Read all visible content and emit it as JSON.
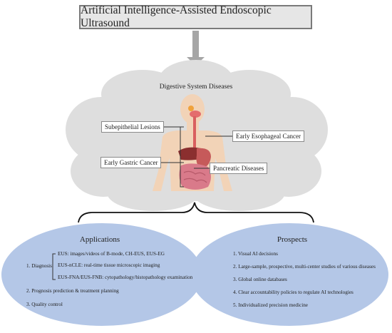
{
  "title": "Artificial Intelligence-Assisted Endoscopic Ultrasound",
  "cloud": {
    "title": "Digestive System Diseases",
    "labels": {
      "subepithelial": "Subepithelial Lesions",
      "esophageal": "Early Esophageal Cancer",
      "gastric": "Early Gastric Cancer",
      "pancreatic": "Pancreatic Diseases"
    }
  },
  "applications": {
    "title": "Applications",
    "diagnosis_label": "1. Diagnosis",
    "diagnosis_items": [
      "EUS: images/videos of B-mode, CH-EUS, EUS-EG",
      "EUS-nCLE: real-time tissue microscopic imaging",
      "EUS-FNA/EUS-FNB: cytopathology/histopathology examination"
    ],
    "item2": "2. Prognosis prediction & treatment planning",
    "item3": "3. Quality control"
  },
  "prospects": {
    "title": "Prospects",
    "items": [
      "1. Visual AI decisions",
      "2. Large-sample, prospective, multi-center studies of various diseases",
      "3. Global online databases",
      "4. Clear accountability policies to regulate AI technologies",
      "5. Individualized precision medicine"
    ]
  },
  "colors": {
    "title_fill": "#e6e6e6",
    "cloud_fill": "#dedede",
    "oval_fill": "#b4c7e7",
    "arrow": "#a6a6a6"
  }
}
